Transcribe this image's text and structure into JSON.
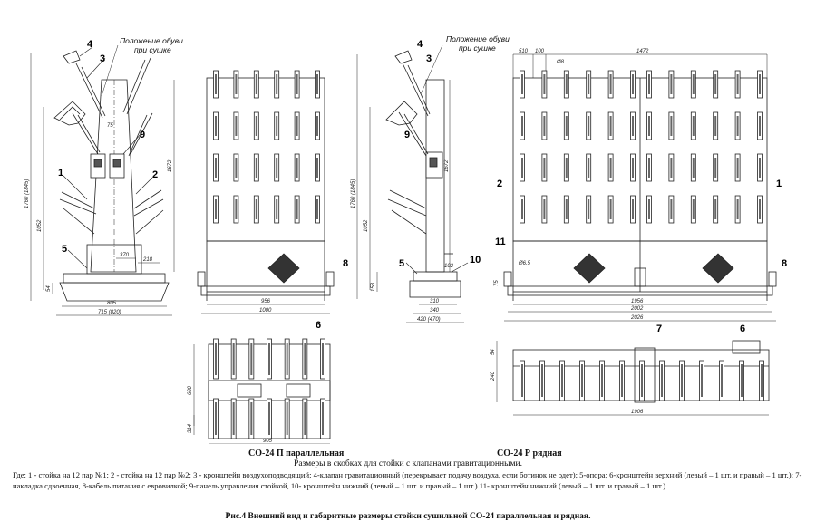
{
  "labels": {
    "shoe_position": [
      "Положение обуви",
      "при сушке"
    ],
    "captions": {
      "parallel": "СО-24 П параллельная",
      "row": "СО-24 Р рядная",
      "note": "Размеры в скобках для стойки с клапанами гравитационными.",
      "legend": "Где: 1 - стойка на 12 пар №1; 2 - стойка на 12 пар №2; 3 - кронштейн воздухоподводящий; 4-клапан гравитационный (перекрывает подачу воздуха, если ботинок не одет); 5-опора; 6-кронштейн верхний (левый – 1 шт. и правый – 1 шт.); 7-накладка сдвоенная, 8-кабель питания с евровилкой; 9-панель управления стойкой, 10- кронштейн нижний (левый – 1 шт. и правый – 1 шт.) 11- кронштейн нижний (левый – 1 шт. и правый – 1 шт.)",
      "figure": "Рис.4 Внешний вид и габаритные размеры стойки сушильной СО-24 параллельная и рядная."
    }
  },
  "callouts": {
    "v1": [
      "1",
      "2",
      "3",
      "4",
      "5",
      "9"
    ],
    "v2": [
      "8",
      "6"
    ],
    "v3": [
      "3",
      "4",
      "9",
      "5",
      "10"
    ],
    "v4": [
      "1",
      "2",
      "11",
      "8",
      "7",
      "6"
    ]
  },
  "dimensions": {
    "v1": [
      "1760 (1845)",
      "1672",
      "1052",
      "54",
      "75",
      "370",
      "218",
      "805",
      "715 (820)"
    ],
    "v2": [
      "956",
      "1000"
    ],
    "v2_plan": [
      "680",
      "314",
      "905"
    ],
    "v3": [
      "1760 (1845)",
      "1672",
      "1052",
      "158",
      "102",
      "310",
      "340",
      "420 (470)"
    ],
    "v4": [
      "510",
      "100",
      "Ø8",
      "1472",
      "Ø6.5",
      "75",
      "1956",
      "2002",
      "2026"
    ],
    "v4_plan": [
      "54",
      "240",
      "1906"
    ]
  }
}
